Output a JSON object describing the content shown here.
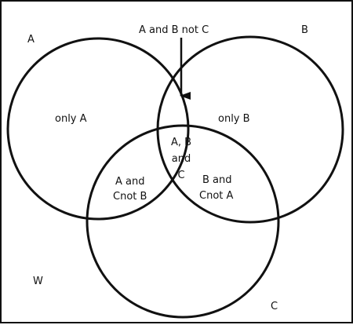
{
  "diagram": {
    "universe_label": "W",
    "sets": {
      "a": {
        "label": "A"
      },
      "b": {
        "label": "B"
      },
      "c": {
        "label": "C"
      }
    },
    "regions": {
      "only_a": [
        "only A"
      ],
      "only_b": [
        "only B"
      ],
      "a_and_b_not_c": [
        "A and B not C"
      ],
      "a_b_and_c": [
        "A, B",
        "and",
        "C"
      ],
      "a_and_c_not_b": [
        "A and",
        "Cnot B"
      ],
      "b_and_c_not_a": [
        "B and",
        "Cnot A"
      ]
    },
    "colors": {
      "stroke": "#111111",
      "background": "#ffffff",
      "text": "#111111"
    }
  }
}
